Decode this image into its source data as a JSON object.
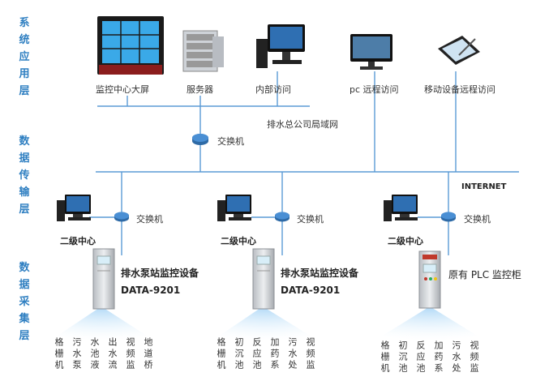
{
  "layers": {
    "application": "系统应用层",
    "transport": "数据传输层",
    "collection": "数据采集层"
  },
  "application_devices": [
    {
      "label": "监控中心大屏"
    },
    {
      "label": "服务器"
    },
    {
      "label": "内部访问"
    },
    {
      "label": "pc 远程访问"
    },
    {
      "label": "移动设备远程访问"
    }
  ],
  "network": {
    "lan": "排水总公司局域网",
    "core_switch": "交换机",
    "internet": "INTERNET"
  },
  "sites": [
    {
      "switch": "交换机",
      "center": "二级中心",
      "device_line1": "排水泵站监控设备",
      "device_line2": "DATA-9201",
      "items": [
        "格栅机",
        "污水泵",
        "水池液",
        "出水流",
        "视频监",
        "地道桥"
      ]
    },
    {
      "switch": "交换机",
      "center": "二级中心",
      "device_line1": "排水泵站监控设备",
      "device_line2": "DATA-9201",
      "items": [
        "格栅机",
        "初沉池",
        "反应池",
        "加药系",
        "污水处",
        "视频监"
      ]
    },
    {
      "switch": "交换机",
      "center": "二级中心",
      "device_line1": "原有 PLC 监控柜",
      "device_line2": "",
      "items": [
        "格栅机",
        "初沉池",
        "反应池",
        "加药系",
        "污水处",
        "视频监"
      ]
    }
  ],
  "colors": {
    "layer_label": "#2f7fc1",
    "link": "#5b9bd5",
    "switch": "#3a7fc4"
  }
}
